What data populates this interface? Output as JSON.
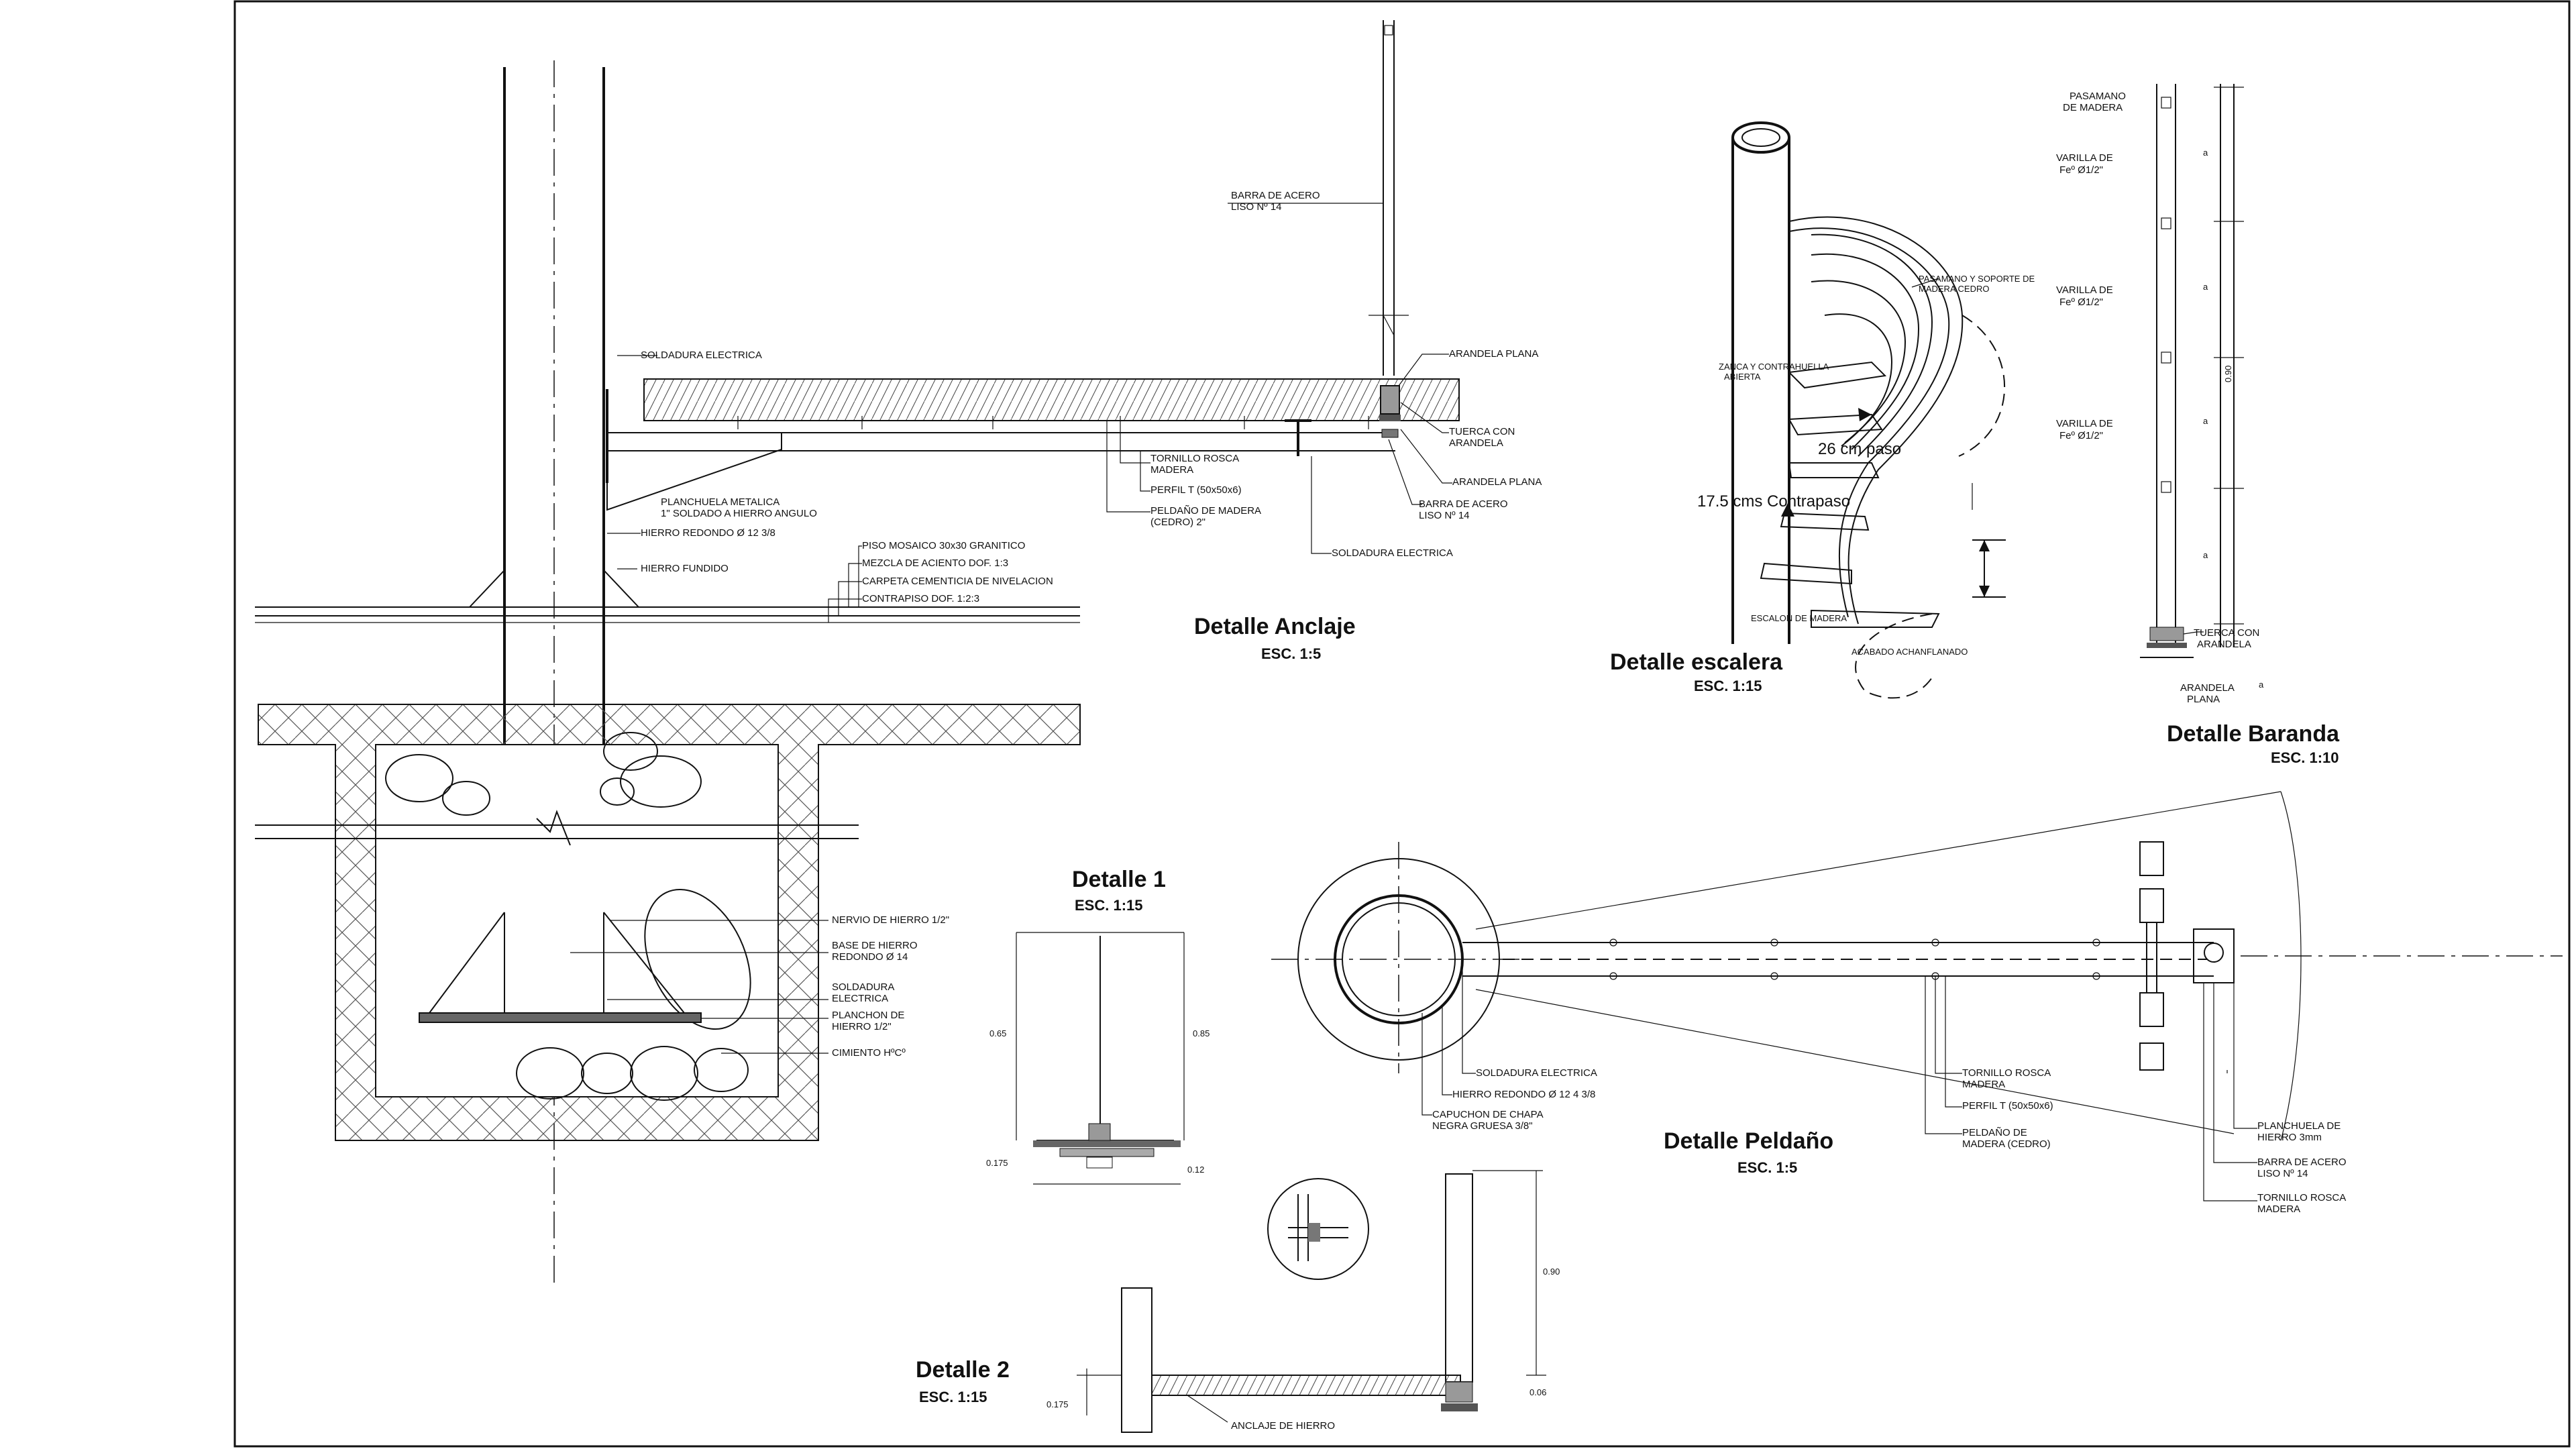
{
  "details": {
    "anclaje": {
      "title": "Detalle Anclaje",
      "scale": "ESC. 1:5"
    },
    "escalera": {
      "title": "Detalle escalera",
      "scale": "ESC. 1:15"
    },
    "baranda": {
      "title": "Detalle Baranda",
      "scale": "ESC. 1:10"
    },
    "detalle1": {
      "title": "Detalle 1",
      "scale": "ESC. 1:15"
    },
    "detalle2": {
      "title": "Detalle 2",
      "scale": "ESC. 1:15"
    },
    "peldano": {
      "title": "Detalle Peldaño",
      "scale": "ESC. 1:5"
    }
  },
  "column_labels": {
    "soldadura": "SOLDADURA ELECTRICA",
    "planchuela_1": "PLANCHUELA METALICA",
    "planchuela_2": "1\" SOLDADO A HIERRO ANGULO",
    "hierro_redondo": "HIERRO REDONDO Ø 12 3/8",
    "hierro_fundido": "HIERRO FUNDIDO",
    "piso": "PISO MOSAICO 30x30 GRANITICO",
    "mezcla": "MEZCLA DE ACIENTO DOF. 1:3",
    "carpeta": "CARPETA CEMENTICIA DE NIVELACION",
    "contrapiso": "CONTRAPISO DOF. 1:2:3",
    "nervio": "NERVIO DE HIERRO 1/2\"",
    "base_1": "BASE DE HIERRO",
    "base_2": "REDONDO Ø 14",
    "sold_1": "SOLDADURA",
    "sold_2": "ELECTRICA",
    "planchon_1": "PLANCHON DE",
    "planchon_2": "HIERRO 1/2\"",
    "cimiento": "CIMIENTO HºCº"
  },
  "anclaje_labels": {
    "barra_1": "BARRA DE ACERO",
    "barra_2": "LISO Nº 14",
    "arandela_plana": "ARANDELA PLANA",
    "tuerca_1": "TUERCA CON",
    "tuerca_2": "ARANDELA",
    "arandela_plana_2": "ARANDELA PLANA",
    "barra_b_1": "BARRA DE ACERO",
    "barra_b_2": "LISO Nº 14",
    "tornillo_1": "TORNILLO ROSCA",
    "tornillo_2": "MADERA",
    "perfil": "PERFIL T (50x50x6)",
    "peldano_1": "PELDAÑO DE MADERA",
    "peldano_2": "(CEDRO) 2\"",
    "soldadura": "SOLDADURA ELECTRICA"
  },
  "escalera_labels": {
    "pasamano_1": "PASAMANO Y SOPORTE DE",
    "pasamano_2": "MADERA CEDRO",
    "zanca_1": "ZANCA Y CONTRAHUELLA",
    "zanca_2": "ABIERTA",
    "paso": "26 cm  paso",
    "contrapaso": "17.5 cms Contrapaso",
    "escalon": "ESCALON DE MADERA",
    "acabado": "ACABADO ACHANFLANADO"
  },
  "baranda_labels": {
    "pasamano_1": "PASAMANO",
    "pasamano_2": "DE MADERA",
    "varilla_1": "VARILLA DE",
    "varilla_2": "Feº Ø1/2\"",
    "tuerca_1": "TUERCA  CON",
    "tuerca_2": "ARANDELA",
    "arandela_1": "ARANDELA",
    "arandela_2": "PLANA",
    "dim_a": "a",
    "dim_height": "0.90"
  },
  "detalle1_dims": {
    "left": "0.65",
    "right": "0.85",
    "bottom_left": "0.175",
    "bottom_right": "0.12"
  },
  "detalle2_dims": {
    "height": "0.90",
    "left": "0.175",
    "right": "0.06",
    "label": "ANCLAJE DE HIERRO"
  },
  "peldano_labels": {
    "soldadura": "SOLDADURA ELECTRICA",
    "hierro": "HIERRO REDONDO Ø 12  4 3/8",
    "capuchon_1": "CAPUCHON DE CHAPA",
    "capuchon_2": "NEGRA GRUESA 3/8\"",
    "tornillo_1": "TORNILLO ROSCA",
    "tornillo_2": "MADERA",
    "perfil": "PERFIL T (50x50x6)",
    "peldano_1": "PELDAÑO DE",
    "peldano_2": "MADERA (CEDRO)",
    "planchuela_1": "PLANCHUELA DE",
    "planchuela_2": "HIERRO 3mm",
    "barra_1": "BARRA DE ACERO",
    "barra_2": "LISO Nº 14",
    "tornillo_b_1": "TORNILLO ROSCA",
    "tornillo_b_2": "MADERA"
  }
}
